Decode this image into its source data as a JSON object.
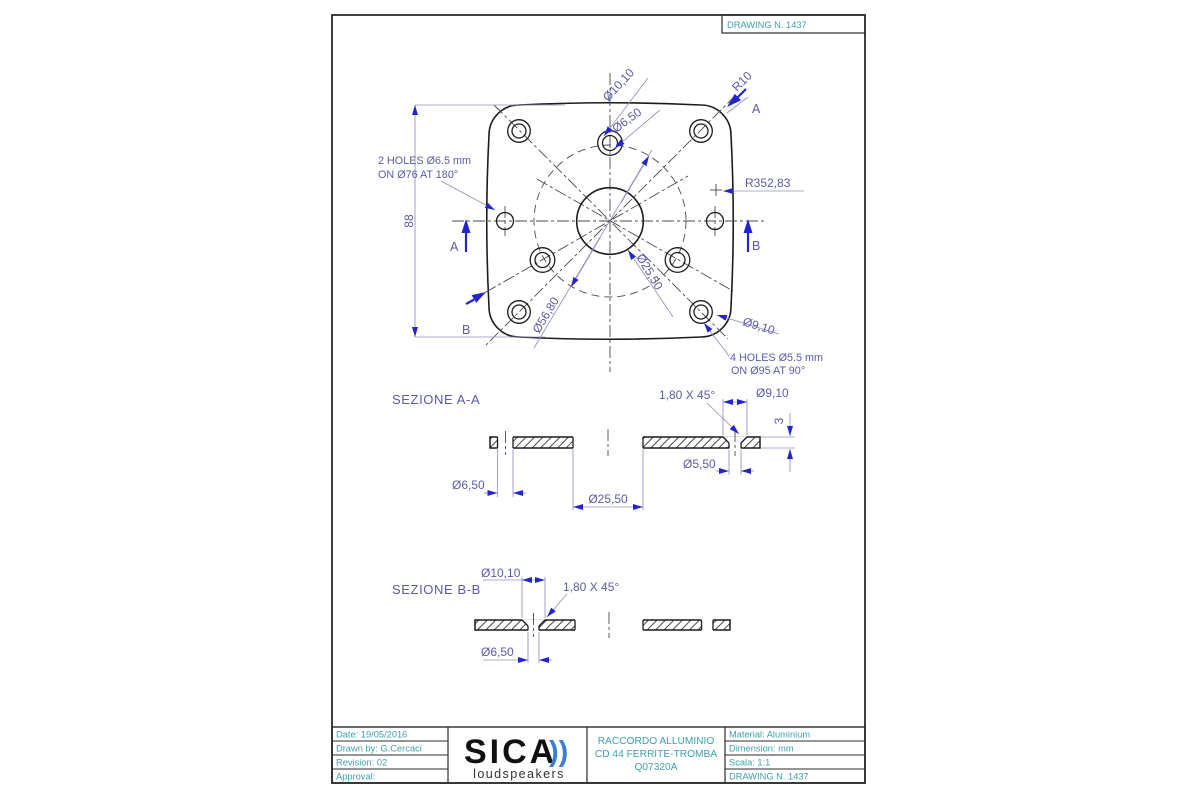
{
  "top_box": {
    "drawing_no": "DRAWING N. 1437"
  },
  "top_view": {
    "dia_top_outer": "Ø10,10",
    "dia_top_inner": "Ø6,50",
    "corner_radius": "R10",
    "edge_radius": "R352,83",
    "plate_height": "88",
    "holes2_l1": "2 HOLES Ø6.5 mm",
    "holes2_l2": "ON Ø76 AT 180°",
    "bolt_circle": "Ø56,80",
    "center_bore": "Ø25,50",
    "counterbore": "Ø9,10",
    "holes4_l1": "4 HOLES Ø5.5 mm",
    "holes4_l2": "ON Ø95 AT 90°",
    "sect_a": "A",
    "sect_b": "B"
  },
  "section_a": {
    "label": "SEZIONE A-A",
    "chamfer": "1,80 X 45°",
    "dia_outer": "Ø9,10",
    "thickness": "3",
    "dia_hole": "Ø5,50",
    "dia_side": "Ø6,50",
    "dia_center": "Ø25,50"
  },
  "section_b": {
    "label": "SEZIONE B-B",
    "dia_outer": "Ø10,10",
    "chamfer": "1,80 X 45°",
    "dia_hole": "Ø6,50"
  },
  "title_block": {
    "date": "Date: 19/05/2016",
    "drawn_by": "Drawn by: G.Cercaci",
    "revision": "Revision: 02",
    "approval": "Approval:",
    "logo_text": "SICA",
    "logo_mark": "))",
    "logo_sub": "loudspeakers",
    "title_line1": "RACCORDO ALLUMINIO",
    "title_line2": "CD 44 FERRITE-TROMBA",
    "title_line3": "Q07320A",
    "material": "Material: Aluminium",
    "dimension": "Dimension: mm",
    "scale": "Scala: 1:1",
    "drawing_no": "DRAWING N. 1437"
  },
  "colors": {
    "dim_text": "#5a5aad",
    "arrow_blue": "#2424cf",
    "leader": "#9191bf",
    "outline": "#1c1c1c",
    "title_teal": "#3d9fae",
    "logo_blue": "#3a7fd0"
  }
}
